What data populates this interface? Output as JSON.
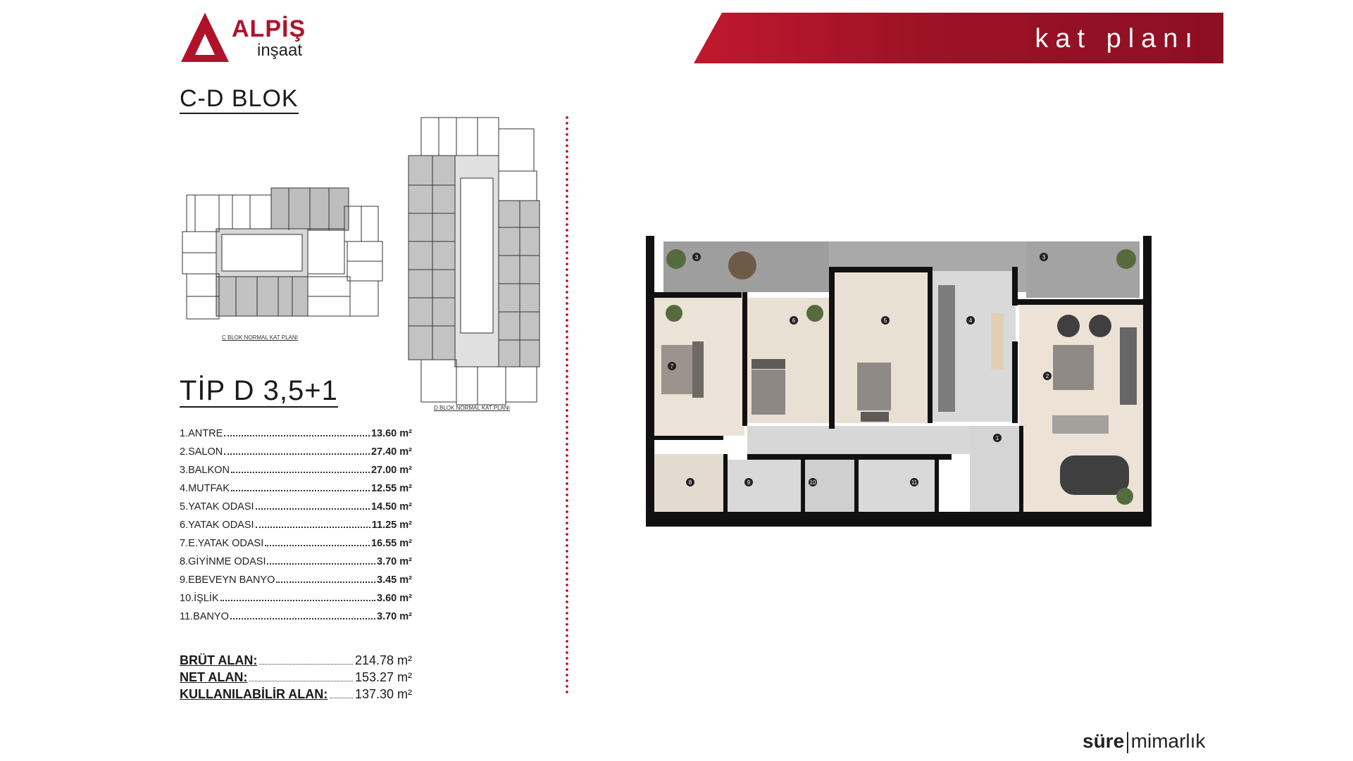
{
  "brand": {
    "name": "ALPİŞ",
    "sub": "inşaat",
    "color": "#b0122a"
  },
  "header": {
    "title": "kat planı",
    "color": "#a3152a"
  },
  "block_title": "C-D BLOK",
  "mini_plans": {
    "c_caption": "C BLOK NORMAL KAT PLANI",
    "d_caption": "D BLOK NORMAL KAT PLANI"
  },
  "type_title": "TİP D 3,5+1",
  "rooms": [
    {
      "name": "1.ANTRE",
      "area": "13.60 m²"
    },
    {
      "name": "2.SALON",
      "area": "27.40 m²"
    },
    {
      "name": "3.BALKON",
      "area": "27.00 m²"
    },
    {
      "name": "4.MUTFAK",
      "area": "12.55 m²"
    },
    {
      "name": "5.YATAK ODASI",
      "area": "14.50 m²"
    },
    {
      "name": "6.YATAK ODASI",
      "area": "11.25 m²"
    },
    {
      "name": "7.E.YATAK ODASI",
      "area": "16.55 m²"
    },
    {
      "name": "8.GİYİNME ODASI",
      "area": "3.70 m²"
    },
    {
      "name": "9.EBEVEYN BANYO",
      "area": "3.45 m²"
    },
    {
      "name": "10.İŞLİK",
      "area": "3.60 m²"
    },
    {
      "name": "11.BANYO",
      "area": "3.70 m²"
    }
  ],
  "totals": [
    {
      "label": "BRÜT ALAN:",
      "value": "214.78 m²"
    },
    {
      "label": "NET ALAN:",
      "value": "153.27 m²"
    },
    {
      "label": "KULLANILABİLİR ALAN:",
      "value": "137.30 m²"
    }
  ],
  "plan_labels": {
    "r1": "1",
    "r2": "2",
    "r3a": "3",
    "r3b": "3",
    "r4": "4",
    "r5": "5",
    "r6": "6",
    "r7": "7",
    "r8": "8",
    "r9": "9",
    "r10": "10",
    "r11": "11"
  },
  "footer": {
    "bold": "süre",
    "light": "mimarlık"
  }
}
